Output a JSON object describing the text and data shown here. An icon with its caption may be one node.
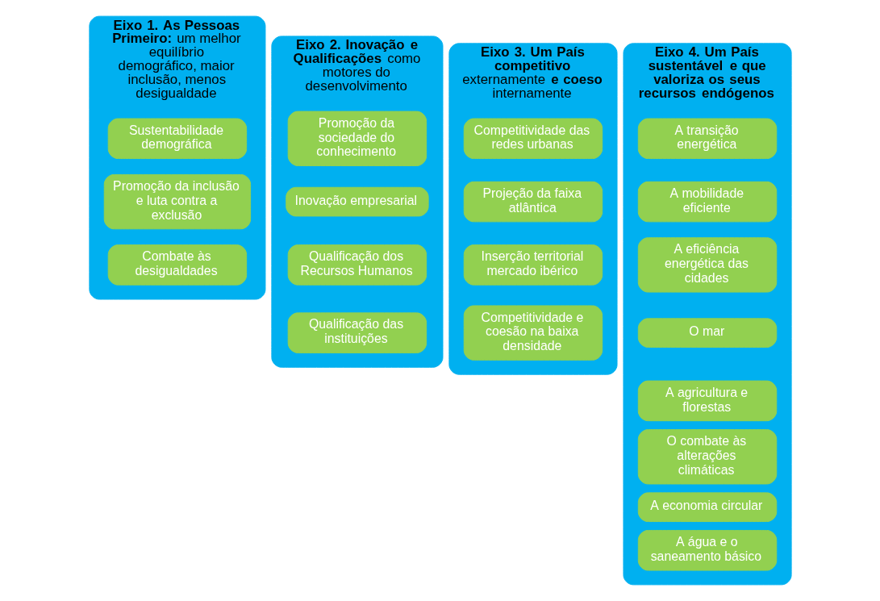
{
  "diagram": {
    "nodes": [
      {
        "text": [
          "**Eixo 1. As Pessoas Primeiro:** um melhor equilíbrio demográfico, maior inclusão, menos desigualdade"
        ]
      },
      {
        "text": [
          "Sustentabilidade demográfica"
        ],
        "in": 0
      },
      {
        "text": [
          "Promoção da inclusão e luta contra a exclusão"
        ],
        "in": 0
      },
      {
        "text": [
          "Combate às desigualdades"
        ],
        "in": 0
      },
      {
        "text": [
          "**Eixo 2. Inovação e Qualificações** como motores do desenvolvimento"
        ]
      },
      {
        "text": [
          "Promoção da sociedade do conhecimento"
        ],
        "in": 4
      },
      {
        "text": [
          "Inovação empresarial"
        ],
        "in": 4
      },
      {
        "text": [
          "Qualificação dos Recursos Humanos"
        ],
        "in": 4
      },
      {
        "text": [
          "Qualificação das instituições"
        ],
        "in": 4
      },
      {
        "text": [
          "**Eixo 3. Um País competitivo** externamente **e coeso** internamente"
        ]
      },
      {
        "text": [
          "Competitividade das redes urbanas"
        ],
        "in": 9
      },
      {
        "text": [
          "Projeção da faixa atlântica"
        ],
        "in": 9
      },
      {
        "text": [
          "Inserção territorial mercado ibérico"
        ],
        "in": 9
      },
      {
        "text": [
          "Competitividade e coesão na baixa densidade"
        ],
        "in": 9
      },
      {
        "text": [
          "Eixo 4. Um País sustentável e que valoriza os seus recursos endógenos"
        ]
      },
      {
        "text": [
          "A transição energética"
        ],
        "in": 14
      },
      {
        "text": [
          "A mobilidade eficiente"
        ],
        "in": 14
      },
      {
        "text": [
          "A eficiência energética das cidades"
        ],
        "in": 14
      },
      {
        "text": [
          "O mar"
        ],
        "in": 14
      },
      {
        "text": [
          "A agricultura e florestas"
        ],
        "in": 14
      },
      {
        "text": [
          "O combate às alterações climáticas"
        ],
        "in": 14
      },
      {
        "text": [
          "A economia circular"
        ],
        "in": 14
      },
      {
        "text": [
          "A água e o saneamento básico"
        ],
        "in": 14
      }
    ]
  }
}
